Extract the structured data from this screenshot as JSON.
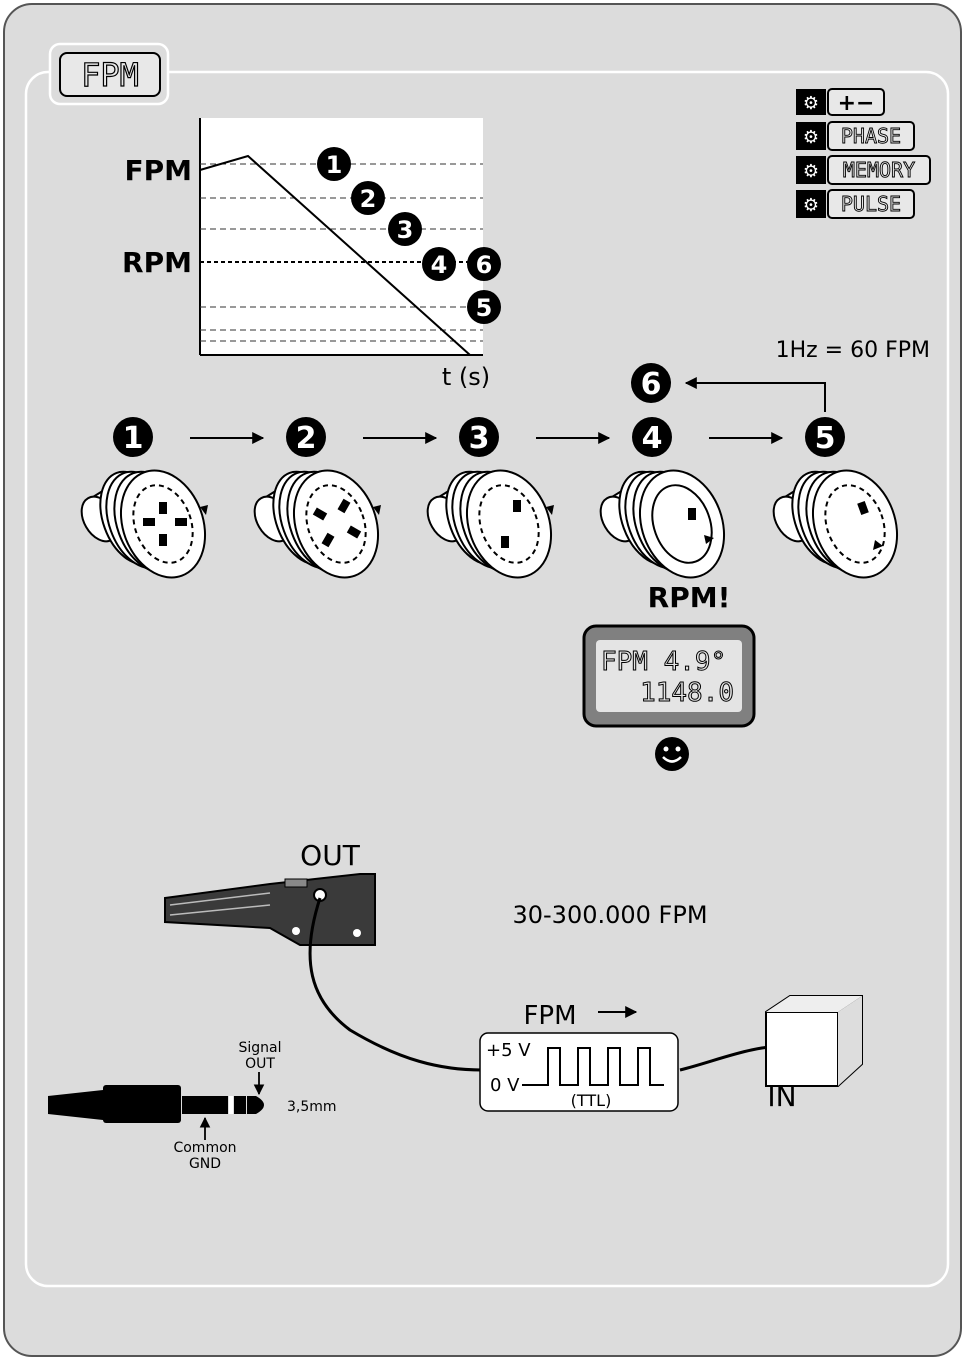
{
  "mode_label": "FPM",
  "settings_icons": [
    {
      "icon": "gear-icon",
      "label": "+−"
    },
    {
      "icon": "gear-icon",
      "label": "PHASE"
    },
    {
      "icon": "gear-icon",
      "label": "MEMORY"
    },
    {
      "icon": "gear-icon",
      "label": "PULSE"
    }
  ],
  "graph": {
    "y_label_fpm": "FPM",
    "y_label_rpm": "RPM",
    "x_label": "t (s)",
    "markers": [
      "1",
      "2",
      "3",
      "4",
      "6",
      "5"
    ]
  },
  "steps": {
    "labels": [
      "1",
      "2",
      "3",
      "4",
      "5",
      "6"
    ],
    "conversion": "1Hz = 60 FPM",
    "rpm_found": "RPM!"
  },
  "display": {
    "line1": "FPM 4.9°",
    "line2": "1148.0"
  },
  "output": {
    "out_label": "OUT",
    "range": "30-300.000 FPM",
    "signal_title": "FPM",
    "v_high": "+5 V",
    "v_low": "0 V",
    "ttl": "(TTL)",
    "in_label": "IN",
    "jack_signal_1": "Signal",
    "jack_signal_2": "OUT",
    "jack_size": "3,5mm",
    "jack_gnd_1": "Common",
    "jack_gnd_2": "GND"
  }
}
